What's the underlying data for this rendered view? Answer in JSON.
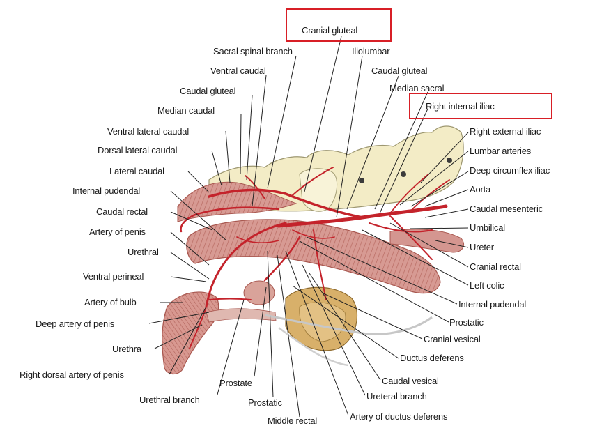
{
  "labels": {
    "cranial_gluteal": "Cranial gluteal",
    "sacral_spinal_branch": "Sacral spinal branch",
    "iliolumbar": "Iliolumbar",
    "ventral_caudal": "Ventral caudal",
    "caudal_gluteal_top": "Caudal gluteal",
    "caudal_gluteal_left": "Caudal gluteal",
    "median_sacral": "Median sacral",
    "median_caudal": "Median caudal",
    "right_internal_iliac": "Right internal iliac",
    "ventral_lateral_caudal": "Ventral lateral caudal",
    "right_external_iliac": "Right external iliac",
    "dorsal_lateral_caudal": "Dorsal lateral caudal",
    "lumbar_arteries": "Lumbar arteries",
    "lateral_caudal": "Lateral caudal",
    "deep_circumflex_iliac": "Deep circumflex iliac",
    "internal_pudendal_left": "Internal pudendal",
    "aorta": "Aorta",
    "caudal_rectal": "Caudal rectal",
    "caudal_mesenteric": "Caudal mesenteric",
    "artery_of_penis": "Artery of penis",
    "umbilical": "Umbilical",
    "urethral": "Urethral",
    "ureter": "Ureter",
    "cranial_rectal": "Cranial rectal",
    "ventral_perineal": "Ventral perineal",
    "left_colic": "Left colic",
    "artery_of_bulb": "Artery of bulb",
    "internal_pudendal_right": "Internal pudendal",
    "deep_artery_of_penis": "Deep artery of penis",
    "prostatic_right": "Prostatic",
    "cranial_vesical": "Cranial vesical",
    "urethra": "Urethra",
    "ductus_deferens": "Ductus deferens",
    "right_dorsal_artery_of_penis": "Right dorsal artery of penis",
    "prostate": "Prostate",
    "caudal_vesical": "Caudal vesical",
    "ureteral_branch": "Ureteral branch",
    "urethral_branch": "Urethral branch",
    "prostatic_bottom": "Prostatic",
    "middle_rectal": "Middle rectal",
    "artery_of_ductus_deferens": "Artery of ductus deferens"
  },
  "highlighted": [
    "Cranial gluteal",
    "Right internal iliac"
  ],
  "colors": {
    "highlight_box": "#d81f26",
    "artery": "#c4232b",
    "muscle": "#cf8a83",
    "bone": "#f3ecc6",
    "leader": "#222222"
  }
}
